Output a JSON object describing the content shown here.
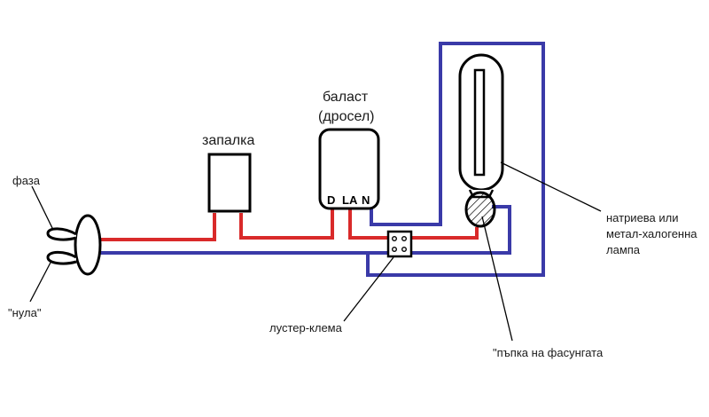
{
  "labels": {
    "phase": "фаза",
    "neutral": "\"нула\"",
    "igniter": "запалка",
    "ballast_line1": "баласт",
    "ballast_line2": "(дросел)",
    "terminal_d": "D",
    "terminal_la": "LA",
    "terminal_n": "N",
    "lamp_line1": "натриева или",
    "lamp_line2": "метал-халогенна",
    "lamp_line3": "лампа",
    "terminal_block": "лустер-клема",
    "socket_tip": "\"пъпка на фасунгата"
  },
  "colors": {
    "phase_wire": "#d92a2a",
    "neutral_wire": "#3a3aa8",
    "outline": "#000000",
    "background": "#ffffff"
  }
}
